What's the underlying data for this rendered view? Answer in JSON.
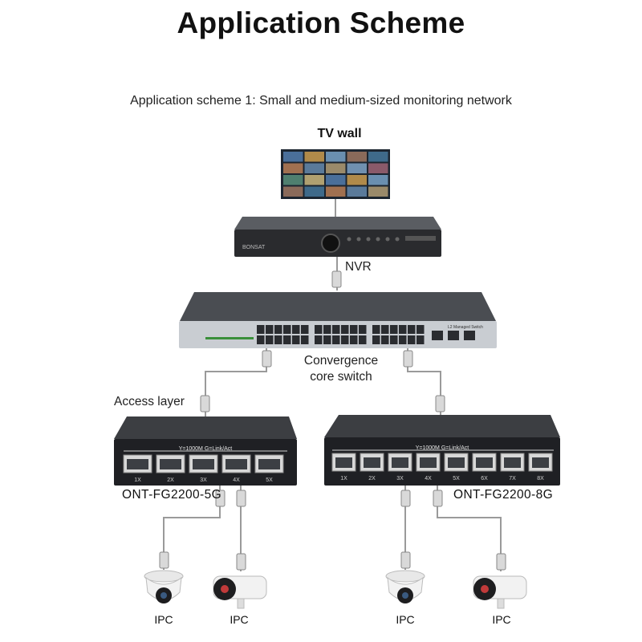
{
  "title": "Application Scheme",
  "subtitle": "Application scheme 1: Small and medium-sized monitoring network",
  "nodes": {
    "tv_wall": "TV wall",
    "nvr": "NVR",
    "nvr_brand": "BONSAT",
    "core_switch_line1": "Convergence",
    "core_switch_line2": "core switch",
    "core_switch_badge": "L2 Managed Switch",
    "access_layer": "Access layer",
    "switch5_model": "ONT-FG2200-5G",
    "switch5_legend": "Y=1000M  G=Link/Act",
    "switch5_ports": [
      "1X",
      "2X",
      "3X",
      "4X",
      "5X"
    ],
    "switch8_model": "ONT-FG2200-8G",
    "switch8_legend": "Y=1000M  G=Link/Act",
    "switch8_ports": [
      "1X",
      "2X",
      "3X",
      "4X",
      "5X",
      "6X",
      "7X",
      "8X"
    ],
    "ipc_labels": [
      "IPC",
      "IPC",
      "IPC",
      "IPC"
    ]
  },
  "colors": {
    "cable": "#9a9a9a",
    "switch_body": "#2b2d31",
    "port": "#3c3f44"
  }
}
